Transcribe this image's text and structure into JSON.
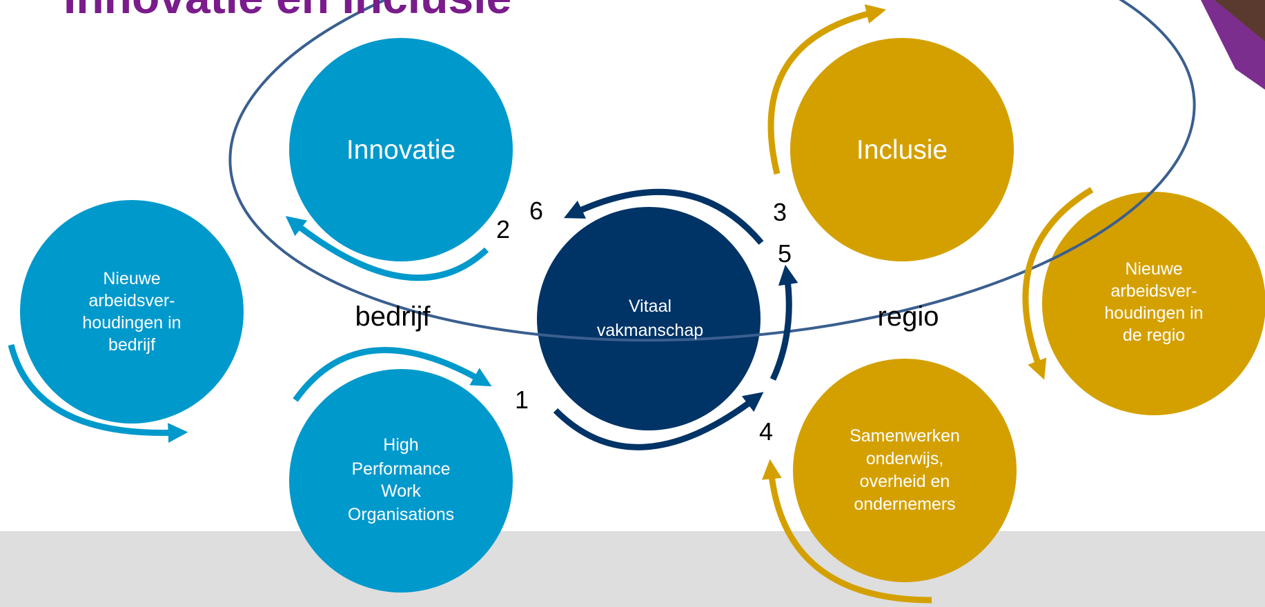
{
  "title": "Innovatie en Inclusie",
  "colors": {
    "blue": "#0099cc",
    "navy": "#003366",
    "gold": "#d4a000",
    "ellipse": "#3a5f8f",
    "title": "#7a1c8c",
    "footer": "#dedede"
  },
  "nodes": {
    "innovatie": "Innovatie",
    "inclusie": "Inclusie",
    "vitaal": [
      "Vitaal",
      "vakmanschap"
    ],
    "nieuwe_bedrijf": [
      "Nieuwe",
      "arbeidsver-",
      "houdingen in",
      "bedrijf"
    ],
    "hpwo": [
      "High",
      "Performance",
      "Work",
      "Organisations"
    ],
    "nieuwe_regio": [
      "Nieuwe",
      "arbeidsver-",
      "houdingen in",
      "de regio"
    ],
    "samenwerken": [
      "Samenwerken",
      "onderwijs,",
      "overheid en",
      "ondernemers"
    ]
  },
  "side_labels": {
    "left": "bedrijf",
    "right": "regio"
  },
  "step_numbers": [
    "1",
    "2",
    "3",
    "4",
    "5",
    "6"
  ],
  "logo": {
    "icon": "brand-logo-icon"
  }
}
